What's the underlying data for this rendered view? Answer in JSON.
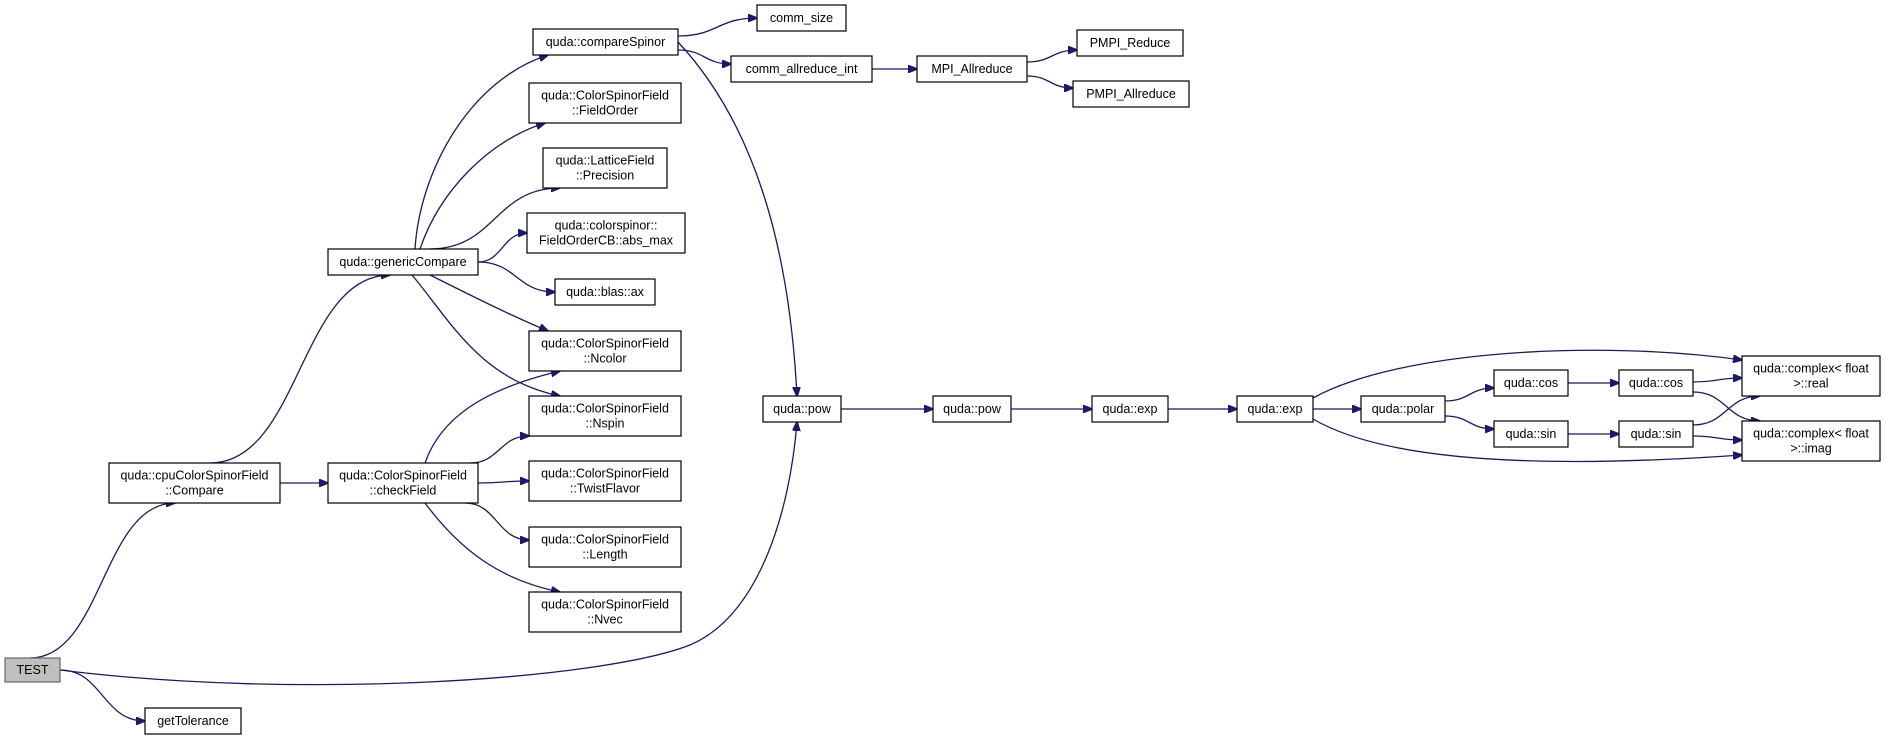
{
  "graph": {
    "root": "TEST",
    "colors": {
      "edge": "#191970",
      "node_border": "#000000",
      "root_fill": "#bfbfbf",
      "background": "#ffffff"
    },
    "nodes": [
      {
        "id": "test",
        "lines": [
          "TEST"
        ],
        "root": true
      },
      {
        "id": "getTolerance",
        "lines": [
          "getTolerance"
        ]
      },
      {
        "id": "cpuCompare",
        "lines": [
          "quda::cpuColorSpinorField",
          "::Compare"
        ]
      },
      {
        "id": "genericCompare",
        "lines": [
          "quda::genericCompare"
        ]
      },
      {
        "id": "checkField",
        "lines": [
          "quda::ColorSpinorField",
          "::checkField"
        ]
      },
      {
        "id": "compareSpinor",
        "lines": [
          "quda::compareSpinor"
        ]
      },
      {
        "id": "fieldOrder",
        "lines": [
          "quda::ColorSpinorField",
          "::FieldOrder"
        ]
      },
      {
        "id": "precision",
        "lines": [
          "quda::LatticeField",
          "::Precision"
        ]
      },
      {
        "id": "absMax",
        "lines": [
          "quda::colorspinor::",
          "FieldOrderCB::abs_max"
        ]
      },
      {
        "id": "blasAx",
        "lines": [
          "quda::blas::ax"
        ]
      },
      {
        "id": "ncolor",
        "lines": [
          "quda::ColorSpinorField",
          "::Ncolor"
        ]
      },
      {
        "id": "nspin",
        "lines": [
          "quda::ColorSpinorField",
          "::Nspin"
        ]
      },
      {
        "id": "twistFlavor",
        "lines": [
          "quda::ColorSpinorField",
          "::TwistFlavor"
        ]
      },
      {
        "id": "length",
        "lines": [
          "quda::ColorSpinorField",
          "::Length"
        ]
      },
      {
        "id": "nvec",
        "lines": [
          "quda::ColorSpinorField",
          "::Nvec"
        ]
      },
      {
        "id": "commSize",
        "lines": [
          "comm_size"
        ]
      },
      {
        "id": "commAllreduceInt",
        "lines": [
          "comm_allreduce_int"
        ]
      },
      {
        "id": "mpiAllreduce",
        "lines": [
          "MPI_Allreduce"
        ]
      },
      {
        "id": "pmpiReduce",
        "lines": [
          "PMPI_Reduce"
        ]
      },
      {
        "id": "pmpiAllreduce",
        "lines": [
          "PMPI_Allreduce"
        ]
      },
      {
        "id": "pow1",
        "lines": [
          "quda::pow"
        ]
      },
      {
        "id": "pow2",
        "lines": [
          "quda::pow"
        ]
      },
      {
        "id": "exp1",
        "lines": [
          "quda::exp"
        ]
      },
      {
        "id": "exp2",
        "lines": [
          "quda::exp"
        ]
      },
      {
        "id": "polar",
        "lines": [
          "quda::polar"
        ]
      },
      {
        "id": "cos1",
        "lines": [
          "quda::cos"
        ]
      },
      {
        "id": "cos2",
        "lines": [
          "quda::cos"
        ]
      },
      {
        "id": "sin1",
        "lines": [
          "quda::sin"
        ]
      },
      {
        "id": "sin2",
        "lines": [
          "quda::sin"
        ]
      },
      {
        "id": "complexReal",
        "lines": [
          "quda::complex< float",
          ">::real"
        ]
      },
      {
        "id": "complexImag",
        "lines": [
          "quda::complex< float",
          ">::imag"
        ]
      }
    ],
    "edges": [
      [
        "test",
        "cpuCompare"
      ],
      [
        "test",
        "getTolerance"
      ],
      [
        "test",
        "pow1"
      ],
      [
        "cpuCompare",
        "genericCompare"
      ],
      [
        "cpuCompare",
        "checkField"
      ],
      [
        "genericCompare",
        "compareSpinor"
      ],
      [
        "genericCompare",
        "fieldOrder"
      ],
      [
        "genericCompare",
        "precision"
      ],
      [
        "genericCompare",
        "absMax"
      ],
      [
        "genericCompare",
        "blasAx"
      ],
      [
        "genericCompare",
        "ncolor"
      ],
      [
        "genericCompare",
        "nspin"
      ],
      [
        "checkField",
        "ncolor"
      ],
      [
        "checkField",
        "nspin"
      ],
      [
        "checkField",
        "twistFlavor"
      ],
      [
        "checkField",
        "length"
      ],
      [
        "checkField",
        "nvec"
      ],
      [
        "compareSpinor",
        "commSize"
      ],
      [
        "compareSpinor",
        "commAllreduceInt"
      ],
      [
        "compareSpinor",
        "pow1"
      ],
      [
        "commAllreduceInt",
        "mpiAllreduce"
      ],
      [
        "mpiAllreduce",
        "pmpiReduce"
      ],
      [
        "mpiAllreduce",
        "pmpiAllreduce"
      ],
      [
        "pow1",
        "pow2"
      ],
      [
        "pow2",
        "exp1"
      ],
      [
        "exp1",
        "exp2"
      ],
      [
        "exp2",
        "polar"
      ],
      [
        "exp2",
        "complexReal"
      ],
      [
        "exp2",
        "complexImag"
      ],
      [
        "polar",
        "cos1"
      ],
      [
        "polar",
        "sin1"
      ],
      [
        "cos1",
        "cos2"
      ],
      [
        "sin1",
        "sin2"
      ],
      [
        "cos2",
        "complexReal"
      ],
      [
        "cos2",
        "complexImag"
      ],
      [
        "sin2",
        "complexReal"
      ],
      [
        "sin2",
        "complexImag"
      ]
    ]
  }
}
